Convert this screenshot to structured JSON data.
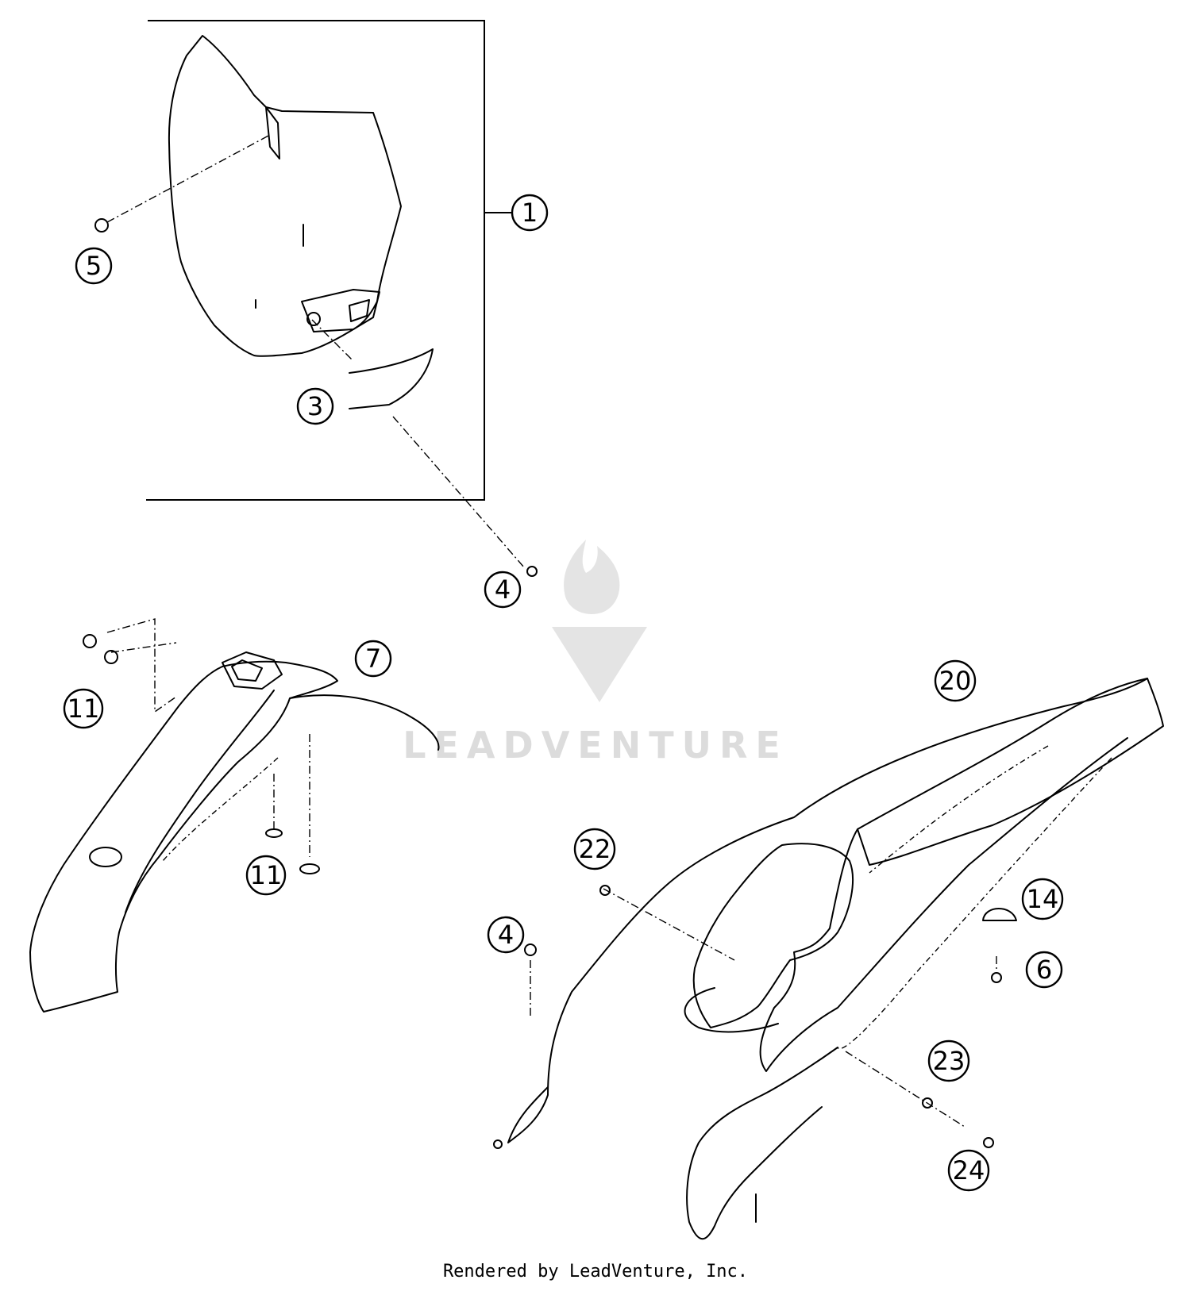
{
  "callouts": [
    "1",
    "5",
    "3",
    "4",
    "7",
    "11",
    "11",
    "20",
    "22",
    "4",
    "14",
    "6",
    "23",
    "24"
  ],
  "watermark": {
    "text": "LEADVENTURE",
    "icon": "flame-v-logo"
  },
  "footer": {
    "credit": "Rendered by LeadVenture, Inc."
  }
}
